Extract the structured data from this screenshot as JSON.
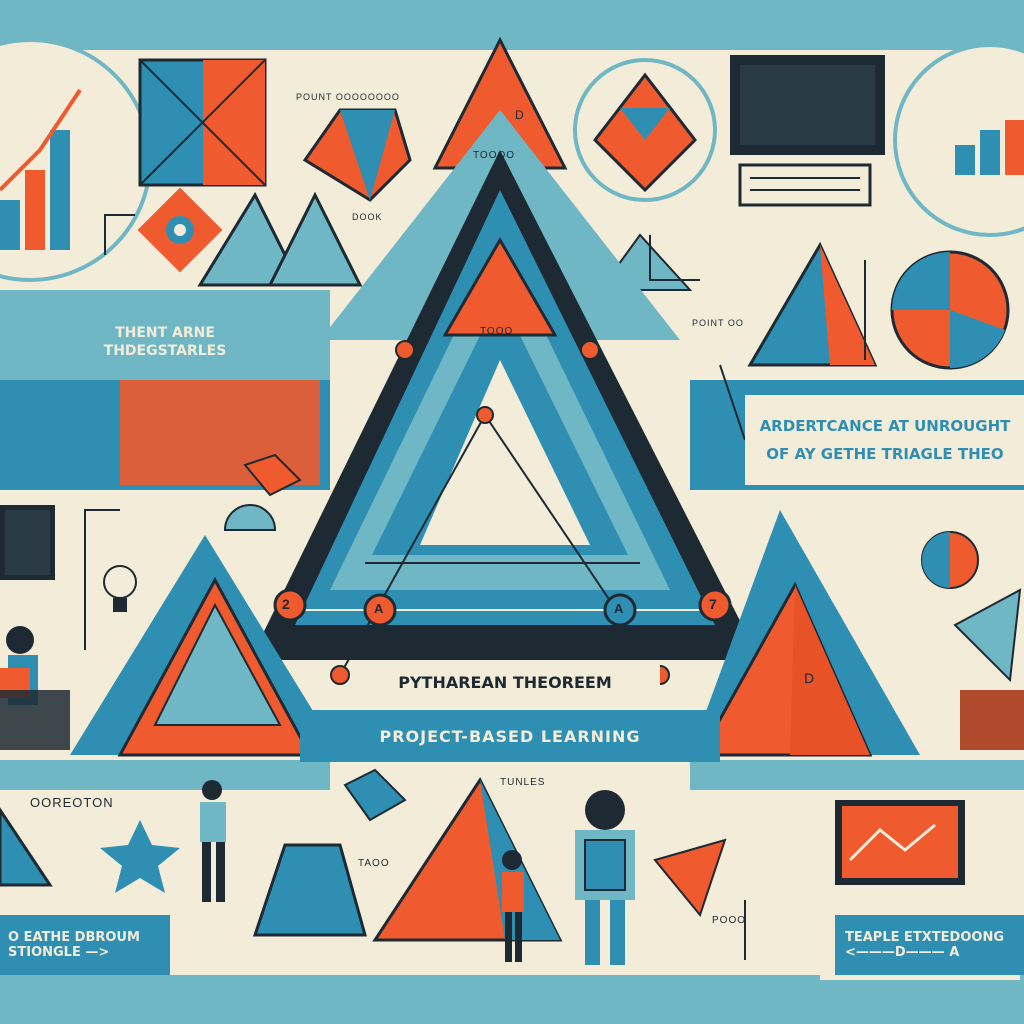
{
  "colors": {
    "teal": "#6fb7c4",
    "blue": "#2f8fb3",
    "orange": "#ef5a2f",
    "cream": "#f3ecd8",
    "ink": "#1d2a33"
  },
  "center": {
    "title": "PYTHAREAN THEOREEM",
    "subtitle": "PROJECT-BASED LEARNING",
    "top_triangle_label": "TOOOO",
    "inner_label": "TOOO"
  },
  "left": {
    "banner_text": "THENT ARNE THDEGSTARLES",
    "bottom_box_title": "OOREOTON",
    "bottom_banner": "O EATHE DBROUM STIONGLE —>"
  },
  "right": {
    "banner_text": "ARDERTCANCE AT UNROUGHT OF AY GETHE TRIAGLE THEO",
    "bottom_banner": "TEAPLE ETXTEDOONG <———D——— A"
  },
  "small_labels": {
    "top_left_card": "POUNT OOOOOOOO",
    "pyramid_caption": "POINT OO",
    "bottom_center_left": "TAOO",
    "bottom_center": "TUNLES",
    "bottom_right": "POOO",
    "top_right_label": "DOOK",
    "numbers": [
      "2",
      "A",
      "A",
      "7",
      "D",
      "D"
    ]
  },
  "icons": [
    "bar-chart-icon",
    "computer-icon",
    "pie-chart-icon",
    "lightbulb-icon",
    "chalkboard-icon",
    "target-icon",
    "protractor-icon",
    "student-figure",
    "monitor-chart-icon",
    "sun-icon",
    "paper-plane-icon",
    "star-icon"
  ]
}
